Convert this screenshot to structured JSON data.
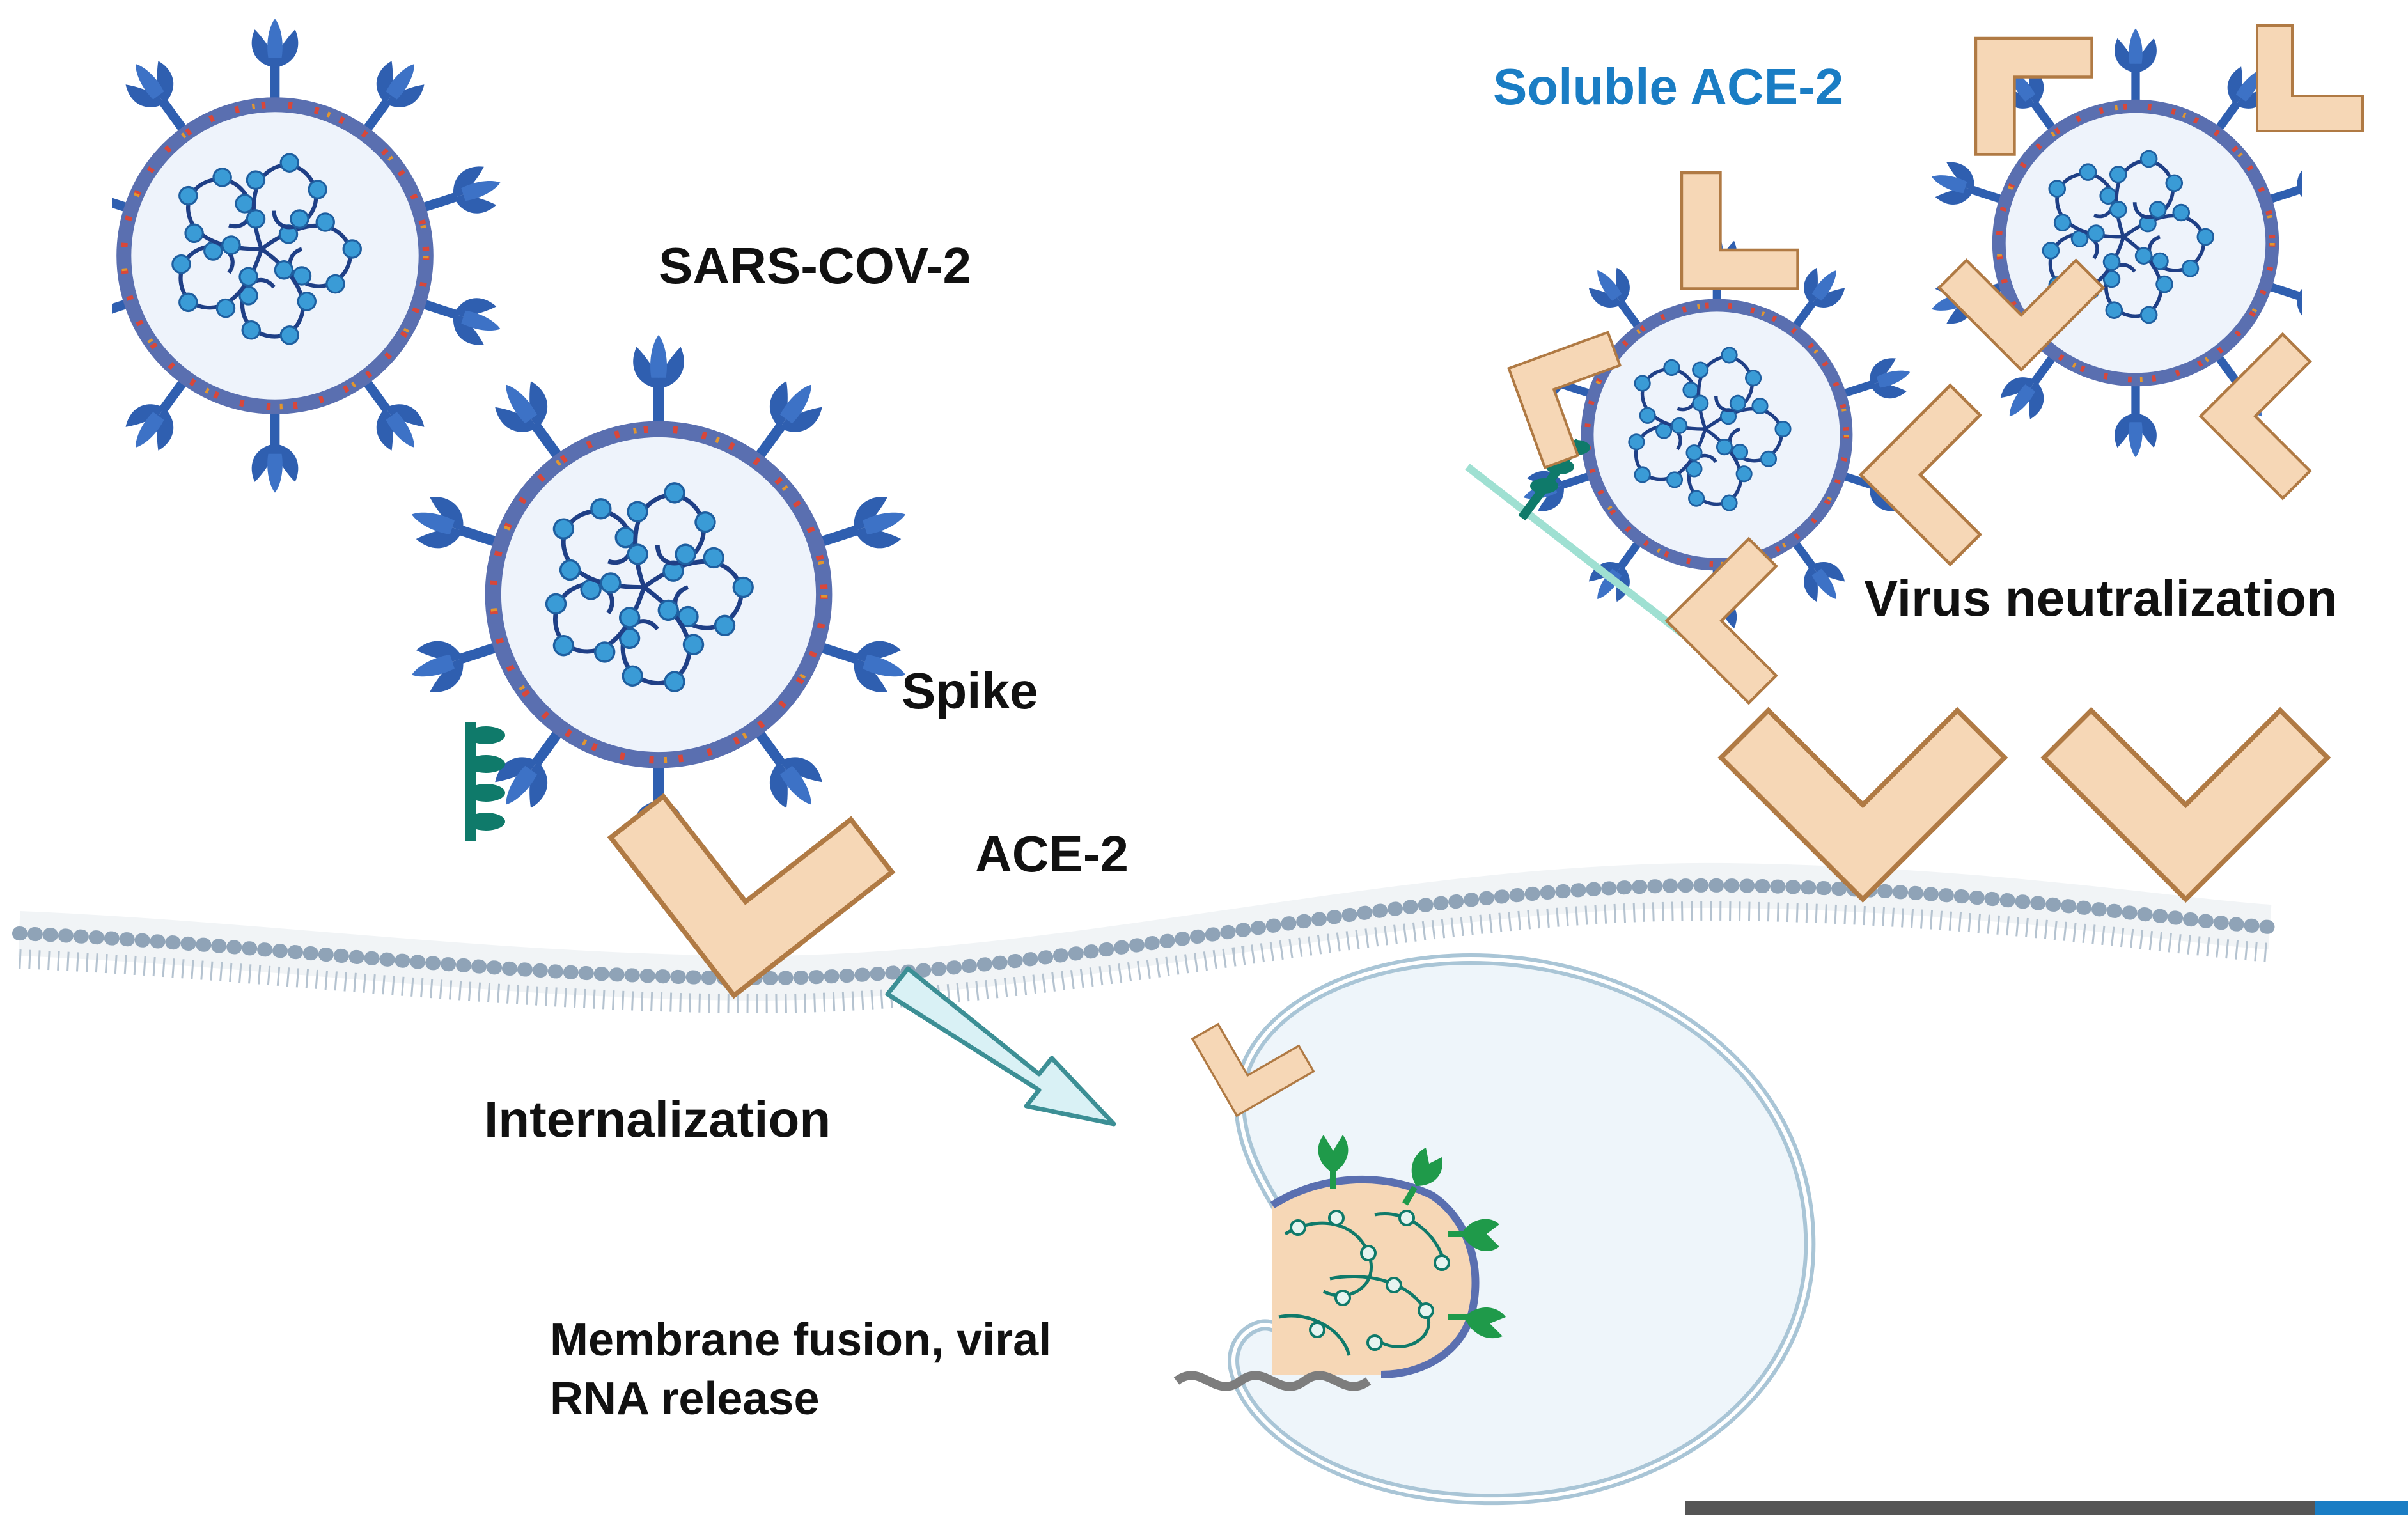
{
  "labels": {
    "sars": "SARS-COV-2",
    "spike": "Spike",
    "ace2": "ACE-2",
    "soluble_ace2": "Soluble ACE-2",
    "virus_neutralization": "Virus neutralization",
    "internalization": "Internalization",
    "fusion_line1": "Membrane fusion, viral",
    "fusion_line2": "RNA release"
  },
  "colors": {
    "spike_blue": "#2f5fb0",
    "envelope": "#5a6fb0",
    "rna": "#1f3f86",
    "bead": "#3a9bd6",
    "ace2_fill": "#f6d7b6",
    "ace2_stroke": "#b07a44",
    "membrane": "#9eadbd",
    "vesicle": "#a9c5d6",
    "arrow_fill": "#d9f1f5",
    "arrow_stroke": "#3c8f95",
    "accent_blue": "#1a7dc4",
    "green_spike": "#1f9a4a",
    "teal": "#0f7a6a"
  }
}
